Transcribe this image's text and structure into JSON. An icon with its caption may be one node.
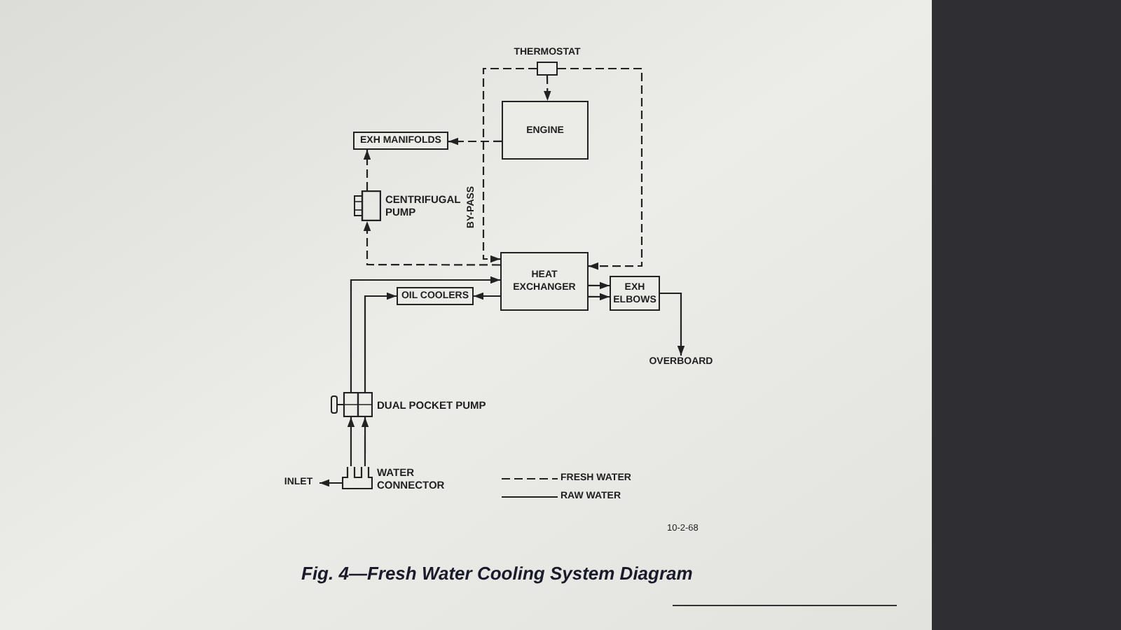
{
  "diagram": {
    "caption": "Fig. 4—Fresh Water Cooling System Diagram",
    "nodes": [
      {
        "text": [
          "THERMOSTAT"
        ]
      },
      {
        "text": [
          "ENGINE"
        ]
      },
      {
        "text": [
          "EXH MANIFOLDS"
        ]
      },
      {
        "text": [
          "CENTRIFUGAL PUMP"
        ]
      },
      {
        "text": [
          "HEAT EXCHANGER"
        ]
      },
      {
        "text": [
          "OIL COOLERS"
        ]
      },
      {
        "text": [
          "EXH ELBOWS"
        ]
      },
      {
        "text": [
          "OVERBOARD"
        ]
      },
      {
        "text": [
          "DUAL POCKET PUMP"
        ]
      },
      {
        "text": [
          "WATER CONNECTOR"
        ]
      },
      {
        "text": [
          "INLET"
        ]
      }
    ],
    "edges": [
      {
        "from": 0,
        "to": 1,
        "arrow": "to",
        "style": "dashed"
      },
      {
        "from": 0,
        "to": 4,
        "arrow": "to",
        "style": "dashed"
      },
      {
        "from": 0,
        "to": 4,
        "arrow": "to",
        "style": "dashed",
        "label": "BY-PASS"
      },
      {
        "from": 4,
        "to": 3,
        "arrow": "to",
        "style": "dashed"
      },
      {
        "from": 3,
        "to": 2,
        "arrow": "to",
        "style": "dashed"
      },
      {
        "from": 1,
        "to": 2,
        "arrow": "to",
        "style": "dashed"
      },
      {
        "from": 9,
        "to": 8,
        "arrow": "to"
      },
      {
        "from": 9,
        "to": 8,
        "arrow": "to"
      },
      {
        "from": 9,
        "to": 10,
        "arrow": "to"
      },
      {
        "from": 8,
        "to": 4,
        "arrow": "to"
      },
      {
        "from": 8,
        "to": 5,
        "arrow": "to"
      },
      {
        "from": 4,
        "to": 5,
        "arrow": "to"
      },
      {
        "from": 4,
        "to": 6,
        "arrow": "to"
      },
      {
        "from": 4,
        "to": 6,
        "arrow": "to"
      },
      {
        "from": 6,
        "to": 7,
        "arrow": "to"
      }
    ],
    "labels": [
      "10-2-68"
    ],
    "legend": [
      {
        "text": "FRESH WATER"
      },
      {
        "text": "RAW WATER"
      }
    ]
  }
}
